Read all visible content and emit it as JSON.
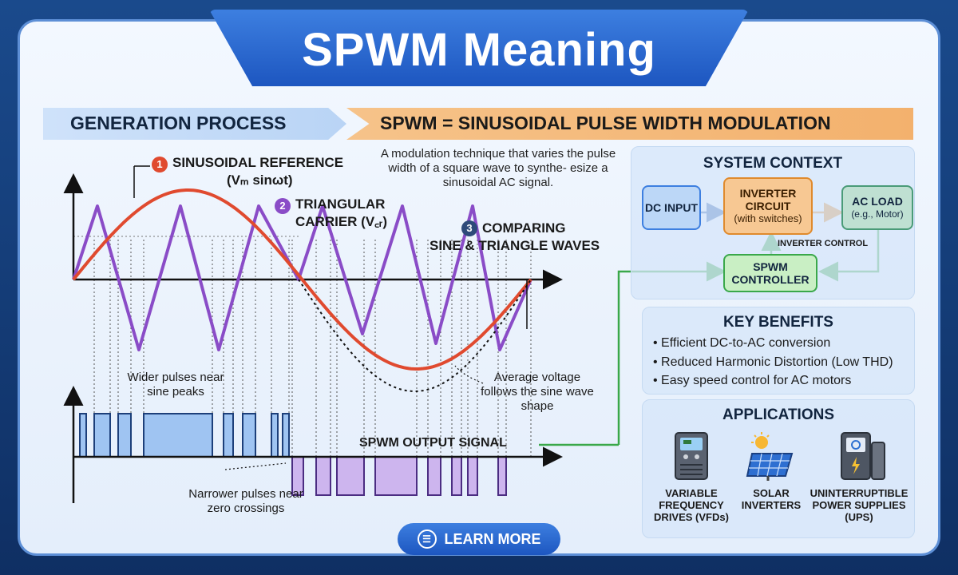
{
  "title": "SPWM Meaning",
  "generation_banner": "GENERATION PROCESS",
  "definition_banner": "SPWM = SINUSOIDAL PULSE WIDTH MODULATION",
  "description": "A modulation technique that varies the pulse width of a square wave to synthe- esize a sinusoidal AC signal.",
  "steps": [
    {
      "num": "1",
      "label": "SINUSOIDAL REFERENCE",
      "sub": "(Vₘ sinωt)",
      "color": "#e04a2f"
    },
    {
      "num": "2",
      "label": "TRIANGULAR",
      "sub": "CARRIER (V꜀ᵣ)",
      "color": "#8a4cc7"
    },
    {
      "num": "3",
      "label": "COMPARING",
      "sub": "SINE & TRIANGLE WAVES",
      "color": "#2d4a7a"
    }
  ],
  "notes": {
    "wider": "Wider pulses near sine peaks",
    "narrower": "Narrower pulses near zero crossings",
    "average": "Average voltage follows the sine wave shape",
    "output": "SPWM OUTPUT SIGNAL"
  },
  "system_context": {
    "title": "SYSTEM CONTEXT",
    "dc_input": "DC INPUT",
    "inverter": "INVERTER CIRCUIT",
    "inverter_sub": "(with switches)",
    "ac_load": "AC LOAD",
    "ac_load_sub": "(e.g., Motor)",
    "control_label": "INVERTER CONTROL",
    "controller": "SPWM CONTROLLER"
  },
  "benefits": {
    "title": "KEY BENEFITS",
    "items": [
      "Efficient DC-to-AC conversion",
      "Reduced Harmonic Distortion (Low THD)",
      "Easy speed control for AC motors"
    ]
  },
  "applications": {
    "title": "APPLICATIONS",
    "items": [
      {
        "label": "VARIABLE FREQUENCY DRIVES (VFDs)",
        "icon": "vfd-drive-icon"
      },
      {
        "label": "SOLAR INVERTERS",
        "icon": "solar-panel-icon"
      },
      {
        "label": "UNINTERRUPTIBLE POWER SUPPLIES (UPS)",
        "icon": "ups-icon"
      }
    ]
  },
  "learn_more": "LEARN MORE",
  "colors": {
    "sine": "#e04a2f",
    "carrier": "#8a4cc7",
    "pos_pulse": "#9fc4f2",
    "neg_pulse": "#cdb5ee",
    "accent": "#1d56c0"
  }
}
